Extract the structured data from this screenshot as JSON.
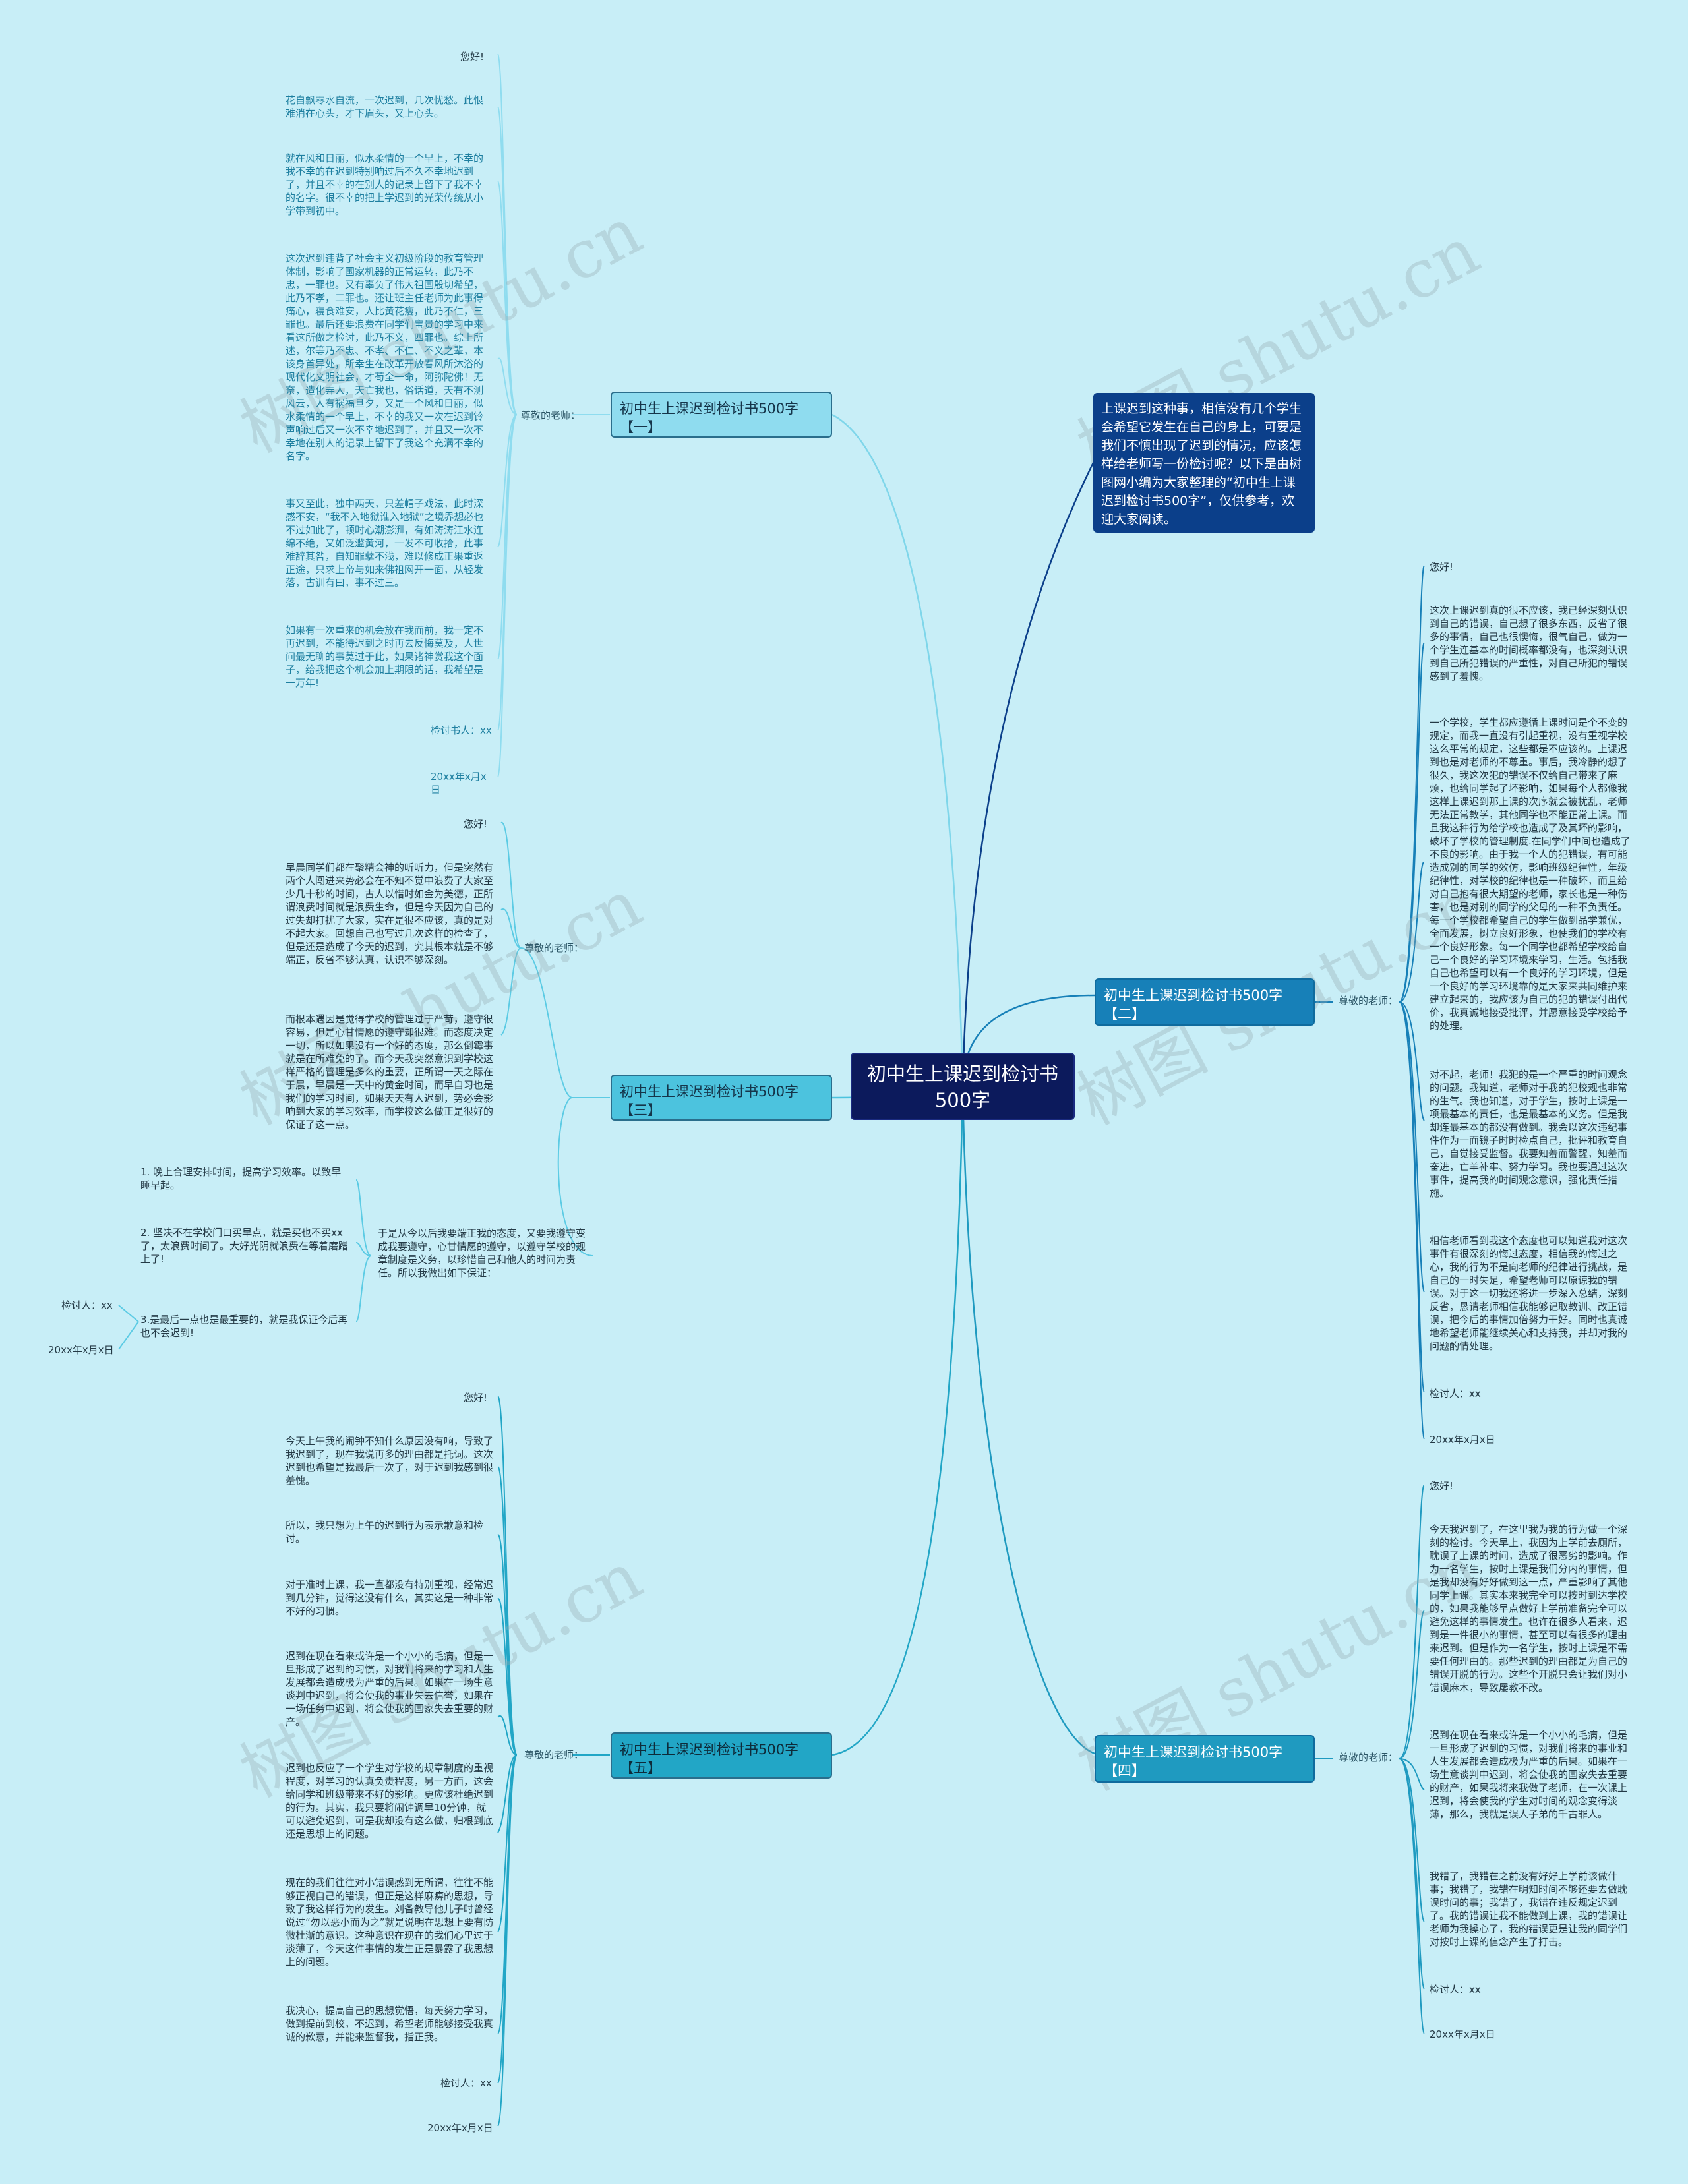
{
  "root": "初中生上课迟到检讨书500字",
  "intro": "上课迟到这种事，相信没有几个学生会希望它发生在自己的身上，可要是我们不慎出现了迟到的情况，应该怎样给老师写一份检讨呢？以下是由树图网小编为大家整理的“初中生上课迟到检讨书500字”，仅供参考，欢迎大家阅读。",
  "watermark": "树图 shutu.cn",
  "colors": {
    "background": "#c8eef7",
    "root": "#0c1a5c",
    "intro": "#0b3f8a",
    "right_branch": "#1780b8",
    "left_branch": "#8fdcef"
  },
  "branches": {
    "b1": {
      "title": "初中生上课迟到检讨书500字【一】",
      "label": "尊敬的老师：",
      "items": [
        "您好!",
        "花自飘零水自流，一次迟到，几次忧愁。此恨难消在心头，才下眉头，又上心头。",
        "就在风和日丽，似水柔情的一个早上，不幸的我不幸的在迟到特别响过后不久不幸地迟到了，并且不幸的在别人的记录上留下了我不幸的名字。很不幸的把上学迟到的光荣传统从小学带到初中。",
        "这次迟到违背了社会主义初级阶段的教育管理体制，影响了国家机器的正常运转，此乃不忠，一罪也。又有辜负了伟大祖国殷切希望，此乃不孝，二罪也。还让班主任老师为此事得痛心，寝食难安，人比黄花瘦，此乃不仁，三罪也。最后还要浪费在同学们宝贵的学习中来看这所做之检讨，此乃不义，四罪也。综上所述，尔等乃不忠、不孝、不仁、不义之辈，本该身首异处，所幸生在改革开放春风所沐浴的现代化文明社会，才苟全一命，阿弥陀佛！无奈，造化弄人，天亡我也，俗话道，天有不测风云，人有祸福旦夕，又是一个风和日丽，似水柔情的一个早上，不幸的我又一次在迟到铃声响过后又一次不幸地迟到了，并且又一次不幸地在别人的记录上留下了我这个充满不幸的名字。",
        "事又至此，独中两天，只差帽子戏法，此时深感不安，“我不入地狱谁入地狱”之境界想必也不过如此了，顿时心潮澎湃，有如涛涛江水连绵不绝，又如泛滥黄河，一发不可收拾，此事难辞其咎，自知罪孽不浅，难以修成正果重返正途，只求上帝与如来佛祖网开一面，从轻发落，古训有曰，事不过三。",
        "如果有一次重来的机会放在我面前，我一定不再迟到，不能待迟到之时再去反悔莫及，人世间最无聊的事莫过于此，如果诸神赏我这个面子，给我把这个机会加上期限的话，我希望是一万年!",
        "检讨书人：xx",
        "20xx年x月x日"
      ]
    },
    "b2": {
      "title": "初中生上课迟到检讨书500字【二】",
      "label": "尊敬的老师：",
      "items": [
        "您好!",
        "这次上课迟到真的很不应该，我已经深刻认识到自己的错误，自己想了很多东西，反省了很多的事情，自己也很懊悔，很气自己，做为一个学生连基本的时间概率都没有，也深刻认识到自己所犯错误的严重性，对自己所犯的错误感到了羞愧。",
        "一个学校，学生都应遵循上课时间是个不变的规定，而我一直没有引起重视，没有重视学校这么平常的规定，这些都是不应该的。上课迟到也是对老师的不尊重。事后，我冷静的想了很久，我这次犯的错误不仅给自己带来了麻烦，也给同学起了坏影响，如果每个人都像我这样上课迟到那上课的次序就会被扰乱，老师无法正常教学，其他同学也不能正常上课。而且我这种行为给学校也造成了及其坏的影响，破坏了学校的管理制度.在同学们中间也造成了不良的影响。由于我一个人的犯错误，有可能造成别的同学的效仿，影响班级纪律性，年级纪律性，对学校的纪律也是一种破坏，而且给对自己抱有很大期望的老师，家长也是一种伤害，也是对别的同学的父母的一种不负责任。每一个学校都希望自己的学生做到品学兼优，全面发展，树立良好形象，也使我们的学校有一个良好形象。每一个同学也都希望学校给自己一个良好的学习环境来学习，生活。包括我自己也希望可以有一个良好的学习环境，但是一个良好的学习环境靠的是大家来共同维护来建立起来的，我应该为自己的犯的错误付出代价，我真诚地接受批评，并愿意接受学校给予的处理。",
        "对不起，老师！我犯的是一个严重的时间观念的问题。我知道，老师对于我的犯校规也非常的生气。我也知道，对于学生，按时上课是一项最基本的责任，也是最基本的义务。但是我却连最基本的都没有做到。我会以这次违纪事件作为一面镜子时时检点自己，批评和教育自己，自觉接受监督。我要知羞而警醒，知羞而奋进，亡羊补牢、努力学习。我也要通过这次事件，提高我的时间观念意识，强化责任措施。",
        "相信老师看到我这个态度也可以知道我对这次事件有很深刻的悔过态度，相信我的悔过之心，我的行为不是向老师的纪律进行挑战，是自己的一时失足，希望老师可以原谅我的错误。对于这一切我还将进一步深入总结，深刻反省，恳请老师相信我能够记取教训、改正错误，把今后的事情加倍努力干好。同时也真诚地希望老师能继续关心和支持我，并却对我的问题酌情处理。",
        "检讨人：xx",
        "20xx年x月x日"
      ]
    },
    "b3": {
      "title": "初中生上课迟到检讨书500字【三】",
      "label": "尊敬的老师：",
      "items": [
        "您好!",
        "早晨同学们都在聚精会神的听听力，但是突然有两个人闯进来势必会在不知不觉中浪费了大家至少几十秒的时间，古人以惜时如金为美德，正所谓浪费时间就是浪费生命，但是今天因为自己的过失却打扰了大家，实在是很不应该，真的是对不起大家。回想自己也写过几次这样的检查了，但是还是造成了今天的迟到，究其根本就是不够端正，反省不够认真，认识不够深刻。",
        "而根本遇因是觉得学校的管理过于严苛，遵守很容易，但是心甘情愿的遵守却很难。而态度决定一切，所以如果没有一个好的态度，那么倒霉事就是在所难免的了。而今天我突然意识到学校这样严格的管理是多么的重要，正所谓一天之际在于晨，早晨是一天中的黄金时间，而早自习也是我们的学习时间，如果天天有人迟到，势必会影响到大家的学习效率，而学校这么做正是很好的保证了这一点。"
      ],
      "sub_label": "于是从今以后我要端正我的态度，又要我遵守变成我要遵守，心甘情愿的遵守，以遵守学校的规章制度是义务，以珍惜自己和他人的时间为责任。所以我做出如下保证：",
      "sub_items": [
        "1. 晚上合理安排时间，提高学习效率。以致早睡早起。",
        "2. 坚决不在学校门口买早点，就是买也不买xx了，太浪费时间了。大好光阴就浪费在等着磨蹭上了!",
        "3.是最后一点也是最重要的，就是我保证今后再也不会迟到!"
      ],
      "sign": "检讨人：xx",
      "date": "20xx年x月x日"
    },
    "b4": {
      "title": "初中生上课迟到检讨书500字【四】",
      "label": "尊敬的老师：",
      "items": [
        "您好!",
        "今天我迟到了，在这里我为我的行为做一个深刻的检讨。今天早上，我因为上学前去厕所，耽误了上课的时间，造成了很恶劣的影响。作为一名学生，按时上课是我们分内的事情，但是我却没有好好做到这一点，严重影响了其他同学上课。其实本来我完全可以按时到达学校的，如果我能够早点做好上学前准备完全可以避免这样的事情发生。也许在很多人看来，迟到是一件很小的事情，甚至可以有很多的理由来迟到。但是作为一名学生，按时上课是不需要任何理由的。那些迟到的理由都是为自己的错误开脱的行为。这些个开脱只会让我们对小错误麻木，导致屡教不改。",
        "迟到在现在看来或许是一个小小的毛病，但是一旦形成了迟到的习惯，对我们将来的事业和人生发展都会造成极为严重的后果。如果在一场生意谈判中迟到，将会使我的国家失去重要的财产，如果我将来我做了老师，在一次课上迟到，将会使我的学生对时间的观念变得淡薄，那么，我就是误人子弟的千古罪人。",
        "我错了，我错在之前没有好好上学前该做什事；我错了，我错在明知时间不够还要去做耽误时间的事；我错了，我错在违反规定迟到了。我的错误让我不能做到上课，我的错误让老师为我操心了，我的错误更是让我的同学们对按时上课的信念产生了打击。",
        "检讨人：xx",
        "20xx年x月x日"
      ]
    },
    "b5": {
      "title": "初中生上课迟到检讨书500字【五】",
      "label": "尊敬的老师：",
      "items": [
        "您好!",
        "今天上午我的闹钟不知什么原因没有响，导致了我迟到了，现在我说再多的理由都是托词。这次迟到也希望是我最后一次了，对于迟到我感到很羞愧。",
        "所以，我只想为上午的迟到行为表示歉意和检讨。",
        "对于准时上课，我一直都没有特别重视，经常迟到几分钟，觉得这没有什么，其实这是一种非常不好的习惯。",
        "迟到在现在看来或许是一个小小的毛病，但是一旦形成了迟到的习惯，对我们将来的学习和人生发展都会造成极为严重的后果。如果在一场生意谈判中迟到，将会使我的事业失去信誉，如果在一场任务中迟到，将会使我的国家失去重要的财产。",
        "迟到也反应了一个学生对学校的规章制度的重视程度，对学习的认真负责程度，另一方面，这会给同学和班级带来不好的影响。更应该杜绝迟到的行为。其实，我只要将闹钟调早10分钟，就可以避免迟到，可是我却没有这么做，归根到底还是思想上的问题。",
        "现在的我们往往对小错误感到无所谓，往往不能够正视自己的错误，但正是这样麻痹的思想，导致了我这样行为的发生。刘备教导他儿子时曾经说过“勿以恶小而为之”就是说明在思想上要有防微杜渐的意识。这种意识在现在的我们心里过于淡薄了，今天这件事情的发生正是暴露了我思想上的问题。",
        "我决心，提高自己的思想觉悟，每天努力学习，做到提前到校，不迟到，希望老师能够接受我真诚的歉意，并能来监督我，指正我。",
        "检讨人：xx",
        "20xx年x月x日"
      ]
    }
  }
}
